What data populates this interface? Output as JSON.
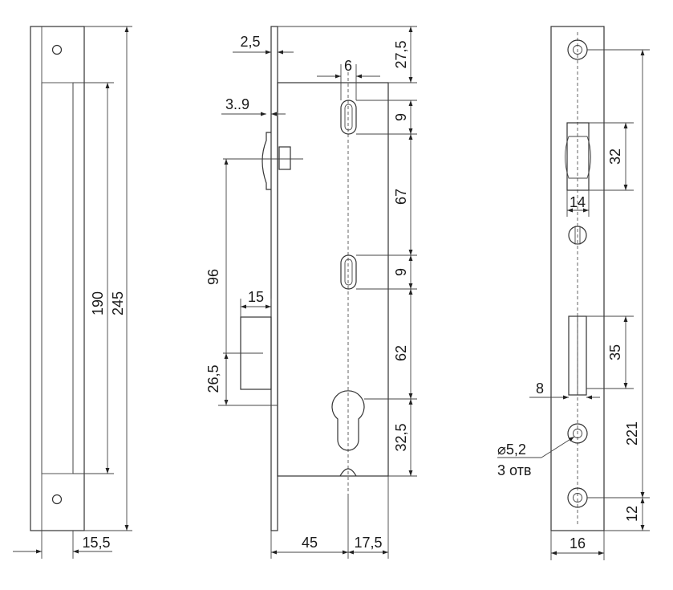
{
  "left_view": {
    "dim_width": "15,5",
    "dim_inner_height": "190",
    "dim_total_height": "245"
  },
  "middle_view": {
    "dim_faceplate_thickness": "2,5",
    "dim_top_offset": "27,5",
    "dim_slot_width": "6",
    "dim_latch_projection": "3..9",
    "dim_slot_height_top": "9",
    "dim_slot_spacing": "67",
    "dim_slot_height_mid": "9",
    "dim_latch_distance": "96",
    "dim_bolt_width": "15",
    "dim_slot_to_cylinder": "62",
    "dim_bolt_offset": "26,5",
    "dim_cylinder_bottom": "32,5",
    "dim_backset": "45",
    "dim_cylinder_offset": "17,5"
  },
  "right_view": {
    "dim_latch_opening_height": "32",
    "dim_latch_opening_width": "14",
    "dim_bolt_opening_height": "35",
    "dim_bolt_opening_width": "8",
    "hole_diameter_label": "⌀5,2",
    "hole_count_label": "3 отв",
    "dim_hole_spacing": "221",
    "dim_hole_edge_offset": "12",
    "dim_plate_width": "16"
  }
}
